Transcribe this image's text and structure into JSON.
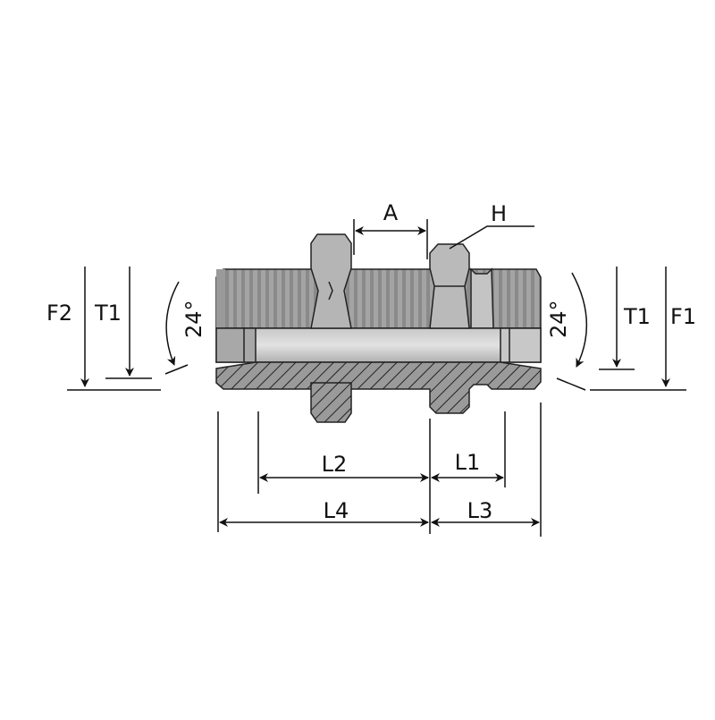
{
  "labels": {
    "F2": "F2",
    "T1_left": "T1",
    "angle_left": "24°",
    "A": "A",
    "H": "H",
    "L2": "L2",
    "L1": "L1",
    "L4": "L4",
    "L3": "L3",
    "angle_right": "24°",
    "T1_right": "T1",
    "F1": "F1"
  },
  "colors": {
    "metal": "#a9a9a9",
    "metal_light": "#d0d0d0",
    "outline": "#222222",
    "hatch_bg": "#9a9a9a"
  }
}
